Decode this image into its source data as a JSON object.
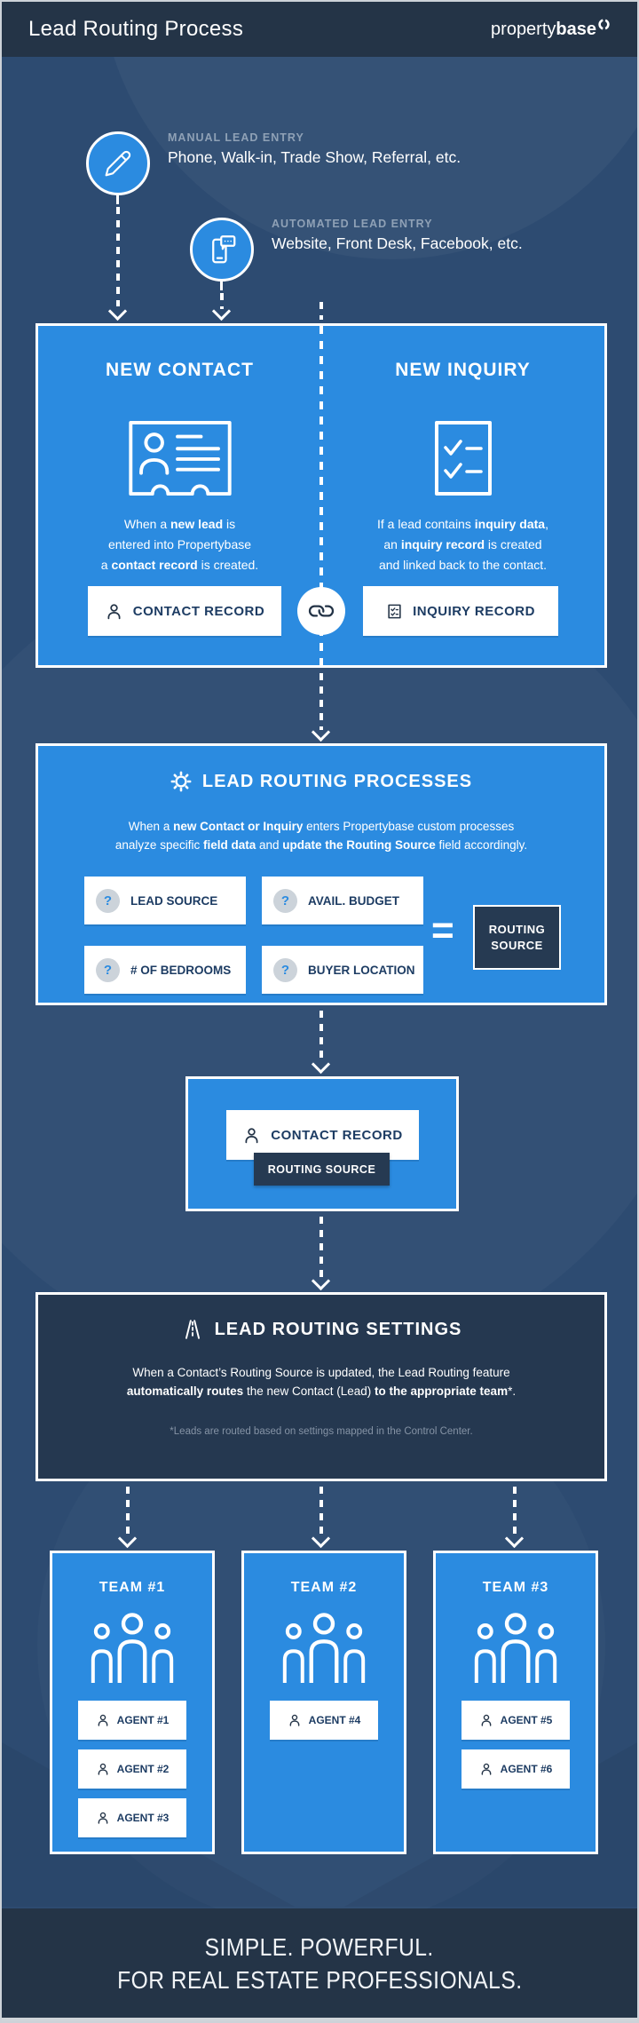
{
  "colors": {
    "background": "#2d4b71",
    "header_footer": "#243447",
    "accent_blue": "#2b8be0",
    "panel_dark": "#263a52",
    "button_text_navy": "#1d3c63",
    "label_gray": "#8fa1b6",
    "frame_gray": "#cfd4d9",
    "white": "#ffffff"
  },
  "icons": {
    "brand_mark": "segmented-ring",
    "manual": "pencil",
    "automated": "smartphone-chat",
    "contact": "contact-card",
    "inquiry": "checklist",
    "link": "chain-link",
    "processes": "gear",
    "settings": "road",
    "person": "person-outline",
    "team": "people-group"
  },
  "header": {
    "title": "Lead Routing Process",
    "brand_regular": "property",
    "brand_bold": "base"
  },
  "entries": {
    "manual": {
      "label": "MANUAL LEAD ENTRY",
      "text": "Phone, Walk-in, Trade Show, Referral, etc."
    },
    "automated": {
      "label": "AUTOMATED LEAD ENTRY",
      "text": "Website, Front Desk, Facebook, etc."
    }
  },
  "contact_inquiry": {
    "contact": {
      "title": "NEW CONTACT",
      "desc_html": "When a <strong>new lead</strong> is<br>entered into Propertybase<br>a <strong>contact record</strong> is created.",
      "button": "CONTACT RECORD"
    },
    "inquiry": {
      "title": "NEW INQUIRY",
      "desc_html": "If a lead contains <strong>inquiry data</strong>,<br>an <strong>inquiry record</strong> is created<br>and linked back to the contact.",
      "button": "INQUIRY RECORD"
    }
  },
  "processes": {
    "title": "LEAD ROUTING PROCESSES",
    "desc_html": "When a <strong>new Contact or Inquiry</strong> enters Propertybase custom processes<br>analyze specific <strong>field data</strong> and <strong>update the Routing Source</strong> field accordingly.",
    "fields": [
      "LEAD SOURCE",
      "AVAIL. BUDGET",
      "# OF BEDROOMS",
      "BUYER LOCATION"
    ],
    "question_mark": "?",
    "equals": "=",
    "result_line1": "ROUTING",
    "result_line2": "SOURCE"
  },
  "record": {
    "button": "CONTACT RECORD",
    "tag": "ROUTING SOURCE"
  },
  "settings": {
    "title": "LEAD ROUTING SETTINGS",
    "desc_html": "When a Contact’s Routing Source is updated, the Lead Routing feature<br><strong>automatically routes</strong> the new Contact (Lead) <strong>to the appropriate team</strong>*.",
    "note": "*Leads are routed based on settings mapped in the Control Center."
  },
  "teams": [
    {
      "name": "TEAM #1",
      "agents": [
        "AGENT #1",
        "AGENT #2",
        "AGENT #3"
      ]
    },
    {
      "name": "TEAM #2",
      "agents": [
        "AGENT #4"
      ]
    },
    {
      "name": "TEAM #3",
      "agents": [
        "AGENT #5",
        "AGENT #6"
      ]
    }
  ],
  "footer": {
    "line1": "SIMPLE. POWERFUL.",
    "line2": "FOR REAL ESTATE PROFESSIONALS."
  }
}
